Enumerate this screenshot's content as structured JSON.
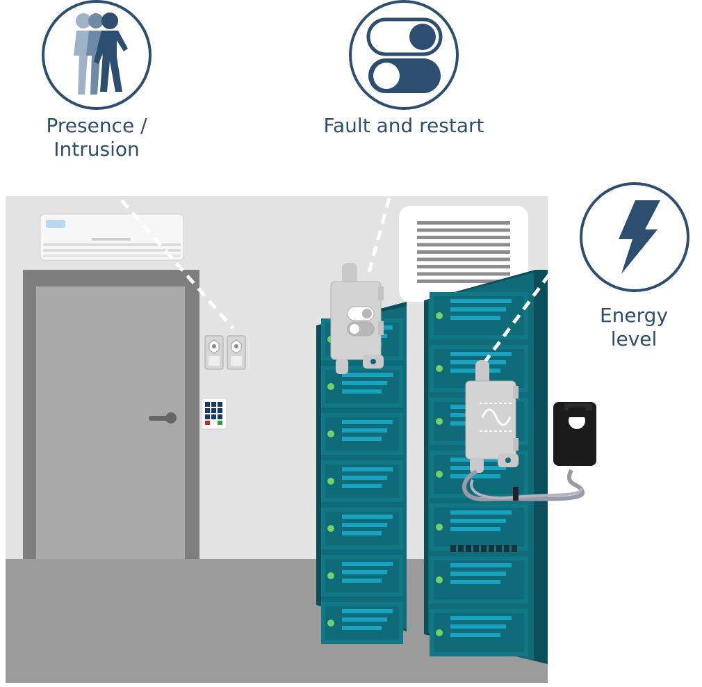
{
  "features": {
    "presence": {
      "label_line1": "Presence /",
      "label_line2": "Intrusion",
      "icon": "walking-people-icon"
    },
    "fault": {
      "label": "Fault and restart",
      "icon": "toggle-switch-icon"
    },
    "energy": {
      "label_line1": "Energy",
      "label_line2": "level",
      "icon": "lightning-bolt-icon"
    }
  },
  "colors": {
    "accent": "#2d4e6e",
    "wall": "#e3e3e3",
    "floor": "#9b9b9b",
    "rack_front": "#0f6b78",
    "rack_side": "#0b4d58",
    "rack_slot": "#1aa2c3",
    "led": "#6fd36a"
  }
}
